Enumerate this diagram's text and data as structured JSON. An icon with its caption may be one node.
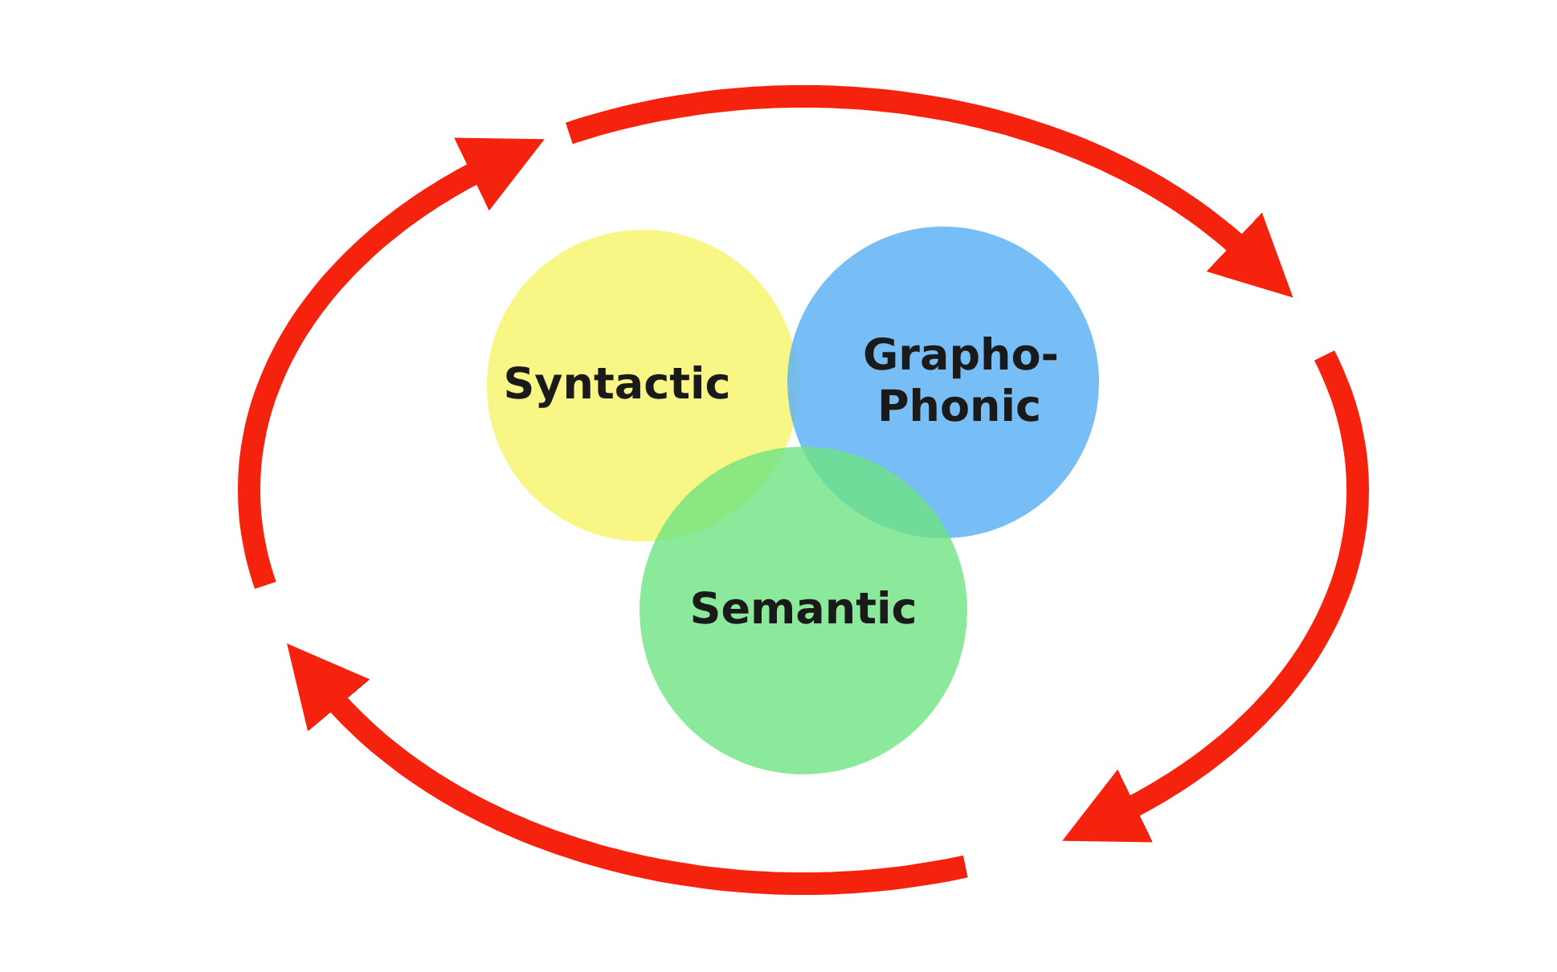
{
  "diagram": {
    "nodes": [
      {
        "text": [
          "Syntactic"
        ]
      },
      {
        "text": [
          "Grapho- Phonic"
        ]
      },
      {
        "text": [
          "Semantic"
        ]
      }
    ]
  }
}
